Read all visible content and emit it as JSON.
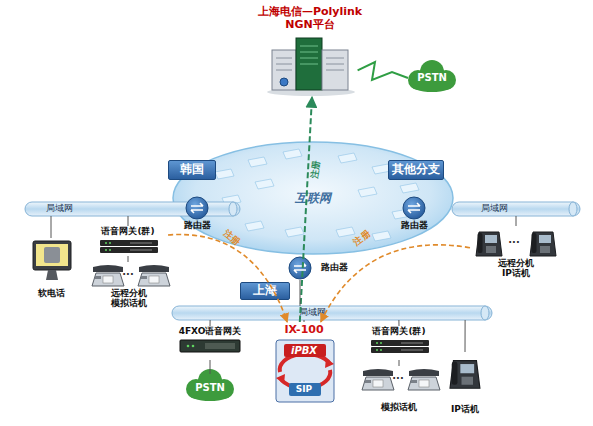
{
  "diagram": {
    "nodes": [
      {
        "text": [
          "上海电信—Polylink NGN平台"
        ]
      },
      {
        "text": [
          "PSTN"
        ]
      },
      {
        "text": [
          "互联网"
        ]
      },
      {
        "text": [
          "韩国"
        ]
      },
      {
        "text": [
          "其他分支"
        ]
      },
      {
        "text": [
          "局域网"
        ]
      },
      {
        "text": [
          "局域网"
        ]
      },
      {
        "text": [
          "路由器"
        ]
      },
      {
        "text": [
          "路由器"
        ]
      },
      {
        "text": [
          "路由器"
        ]
      },
      {
        "text": [
          "上海"
        ]
      },
      {
        "text": [
          "局域网"
        ]
      },
      {
        "text": [
          "语音网关(群)"
        ]
      },
      {
        "text": [
          "软电话"
        ]
      },
      {
        "text": [
          "远程分机 模拟话机"
        ]
      },
      {
        "text": [
          "远程分机 IP话机"
        ]
      },
      {
        "text": [
          "4FXO语音网关"
        ]
      },
      {
        "text": [
          "PSTN"
        ]
      },
      {
        "text": [
          "IX-100",
          "iPBX",
          "SIP"
        ]
      },
      {
        "text": [
          "语音网关(群)"
        ]
      },
      {
        "text": [
          "模拟话机"
        ]
      },
      {
        "text": [
          "IP话机"
        ]
      }
    ],
    "edges": [
      {
        "from": 0,
        "to": 1,
        "arrow": "none"
      },
      {
        "from": 18,
        "to": 0,
        "label": "注册",
        "arrow": "to"
      },
      {
        "from": 12,
        "to": 18,
        "label": "注册",
        "arrow": "to"
      },
      {
        "from": 15,
        "to": 18,
        "label": "注册",
        "arrow": "to"
      },
      {
        "from": 9,
        "to": 11,
        "arrow": "none"
      },
      {
        "from": 12,
        "to": 5,
        "arrow": "none"
      },
      {
        "from": 13,
        "to": 5,
        "arrow": "none"
      },
      {
        "from": 12,
        "to": 14,
        "arrow": "none"
      },
      {
        "from": 15,
        "to": 6,
        "arrow": "none"
      },
      {
        "from": 16,
        "to": 11,
        "arrow": "none"
      },
      {
        "from": 18,
        "to": 11,
        "arrow": "none"
      },
      {
        "from": 19,
        "to": 11,
        "arrow": "none"
      },
      {
        "from": 21,
        "to": 11,
        "arrow": "none"
      },
      {
        "from": 16,
        "to": 17,
        "arrow": "none"
      },
      {
        "from": 19,
        "to": 20,
        "arrow": "none"
      }
    ],
    "labels": [
      "...",
      "...",
      "..."
    ]
  }
}
